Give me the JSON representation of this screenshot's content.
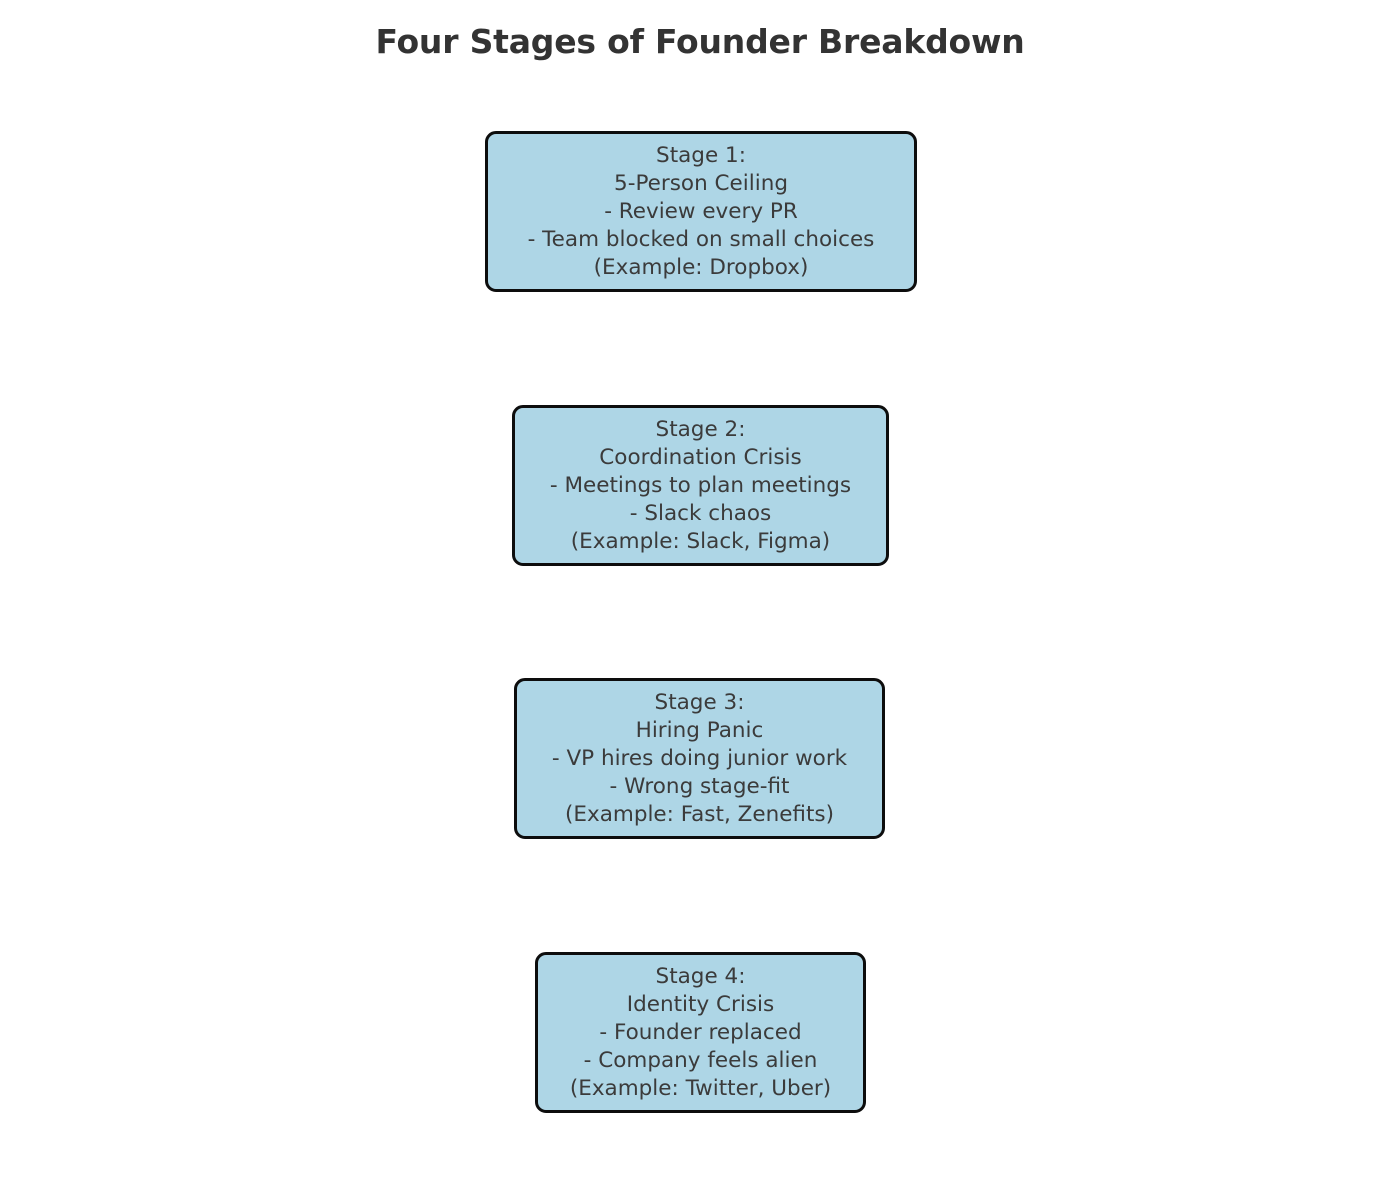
{
  "diagram": {
    "title": "Four Stages of Founder Breakdown",
    "type": "flowchart-vertical",
    "background_color": "#ffffff",
    "title_color": "#333333",
    "node_fill_color": "#aed6e6",
    "node_border_color": "#0d0d0d",
    "node_text_color": "#3b3b3b",
    "connectors": "none",
    "nodes": [
      {
        "id": "stage-1",
        "heading": "Stage 1:",
        "name": "5-Person Ceiling",
        "bullet_1": "- Review every PR",
        "bullet_2": "- Team blocked on small choices",
        "example": "(Example: Dropbox)"
      },
      {
        "id": "stage-2",
        "heading": "Stage 2:",
        "name": "Coordination Crisis",
        "bullet_1": "- Meetings to plan meetings",
        "bullet_2": "- Slack chaos",
        "example": "(Example: Slack, Figma)"
      },
      {
        "id": "stage-3",
        "heading": "Stage 3:",
        "name": "Hiring Panic",
        "bullet_1": "- VP hires doing junior work",
        "bullet_2": "- Wrong stage-fit",
        "example": "(Example: Fast, Zenefits)"
      },
      {
        "id": "stage-4",
        "heading": "Stage 4:",
        "name": "Identity Crisis",
        "bullet_1": "- Founder replaced",
        "bullet_2": "- Company feels alien",
        "example": "(Example: Twitter, Uber)"
      }
    ]
  }
}
